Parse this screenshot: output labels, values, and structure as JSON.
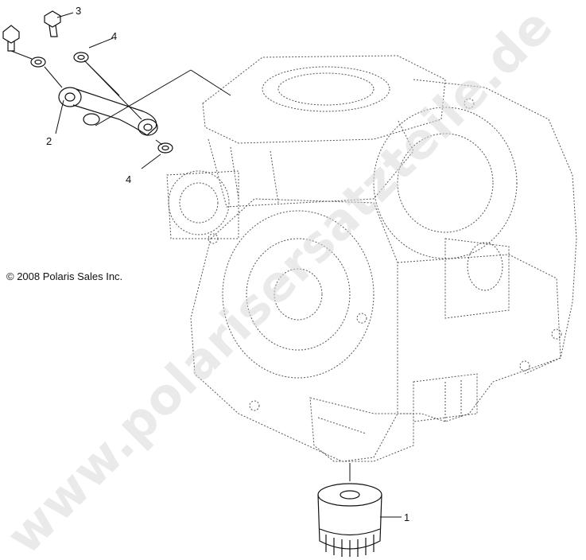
{
  "copyright": "© 2008 Polaris Sales Inc.",
  "watermark": "www.polarisersatzteile.de",
  "callouts": [
    {
      "id": "1",
      "text": "1"
    },
    {
      "id": "2",
      "text": "2"
    },
    {
      "id": "3",
      "text": "3"
    },
    {
      "id": "4a",
      "text": "4"
    },
    {
      "id": "4b",
      "text": "4"
    }
  ]
}
